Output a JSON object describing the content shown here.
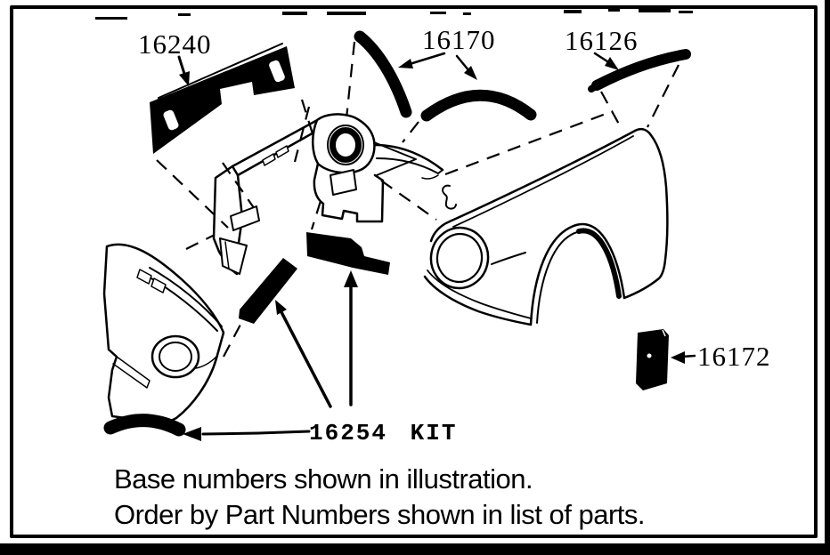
{
  "diagram": {
    "labels": {
      "l16240": "16240",
      "l16170": "16170",
      "l16126": "16126",
      "l16254": "16254 KIT",
      "l16172": "16172"
    },
    "footnote": {
      "line1": "Base numbers shown in illustration.",
      "line2": "Order by Part Numbers shown in list of parts."
    },
    "colors": {
      "ink": "#000000",
      "paper": "#ffffff"
    }
  }
}
